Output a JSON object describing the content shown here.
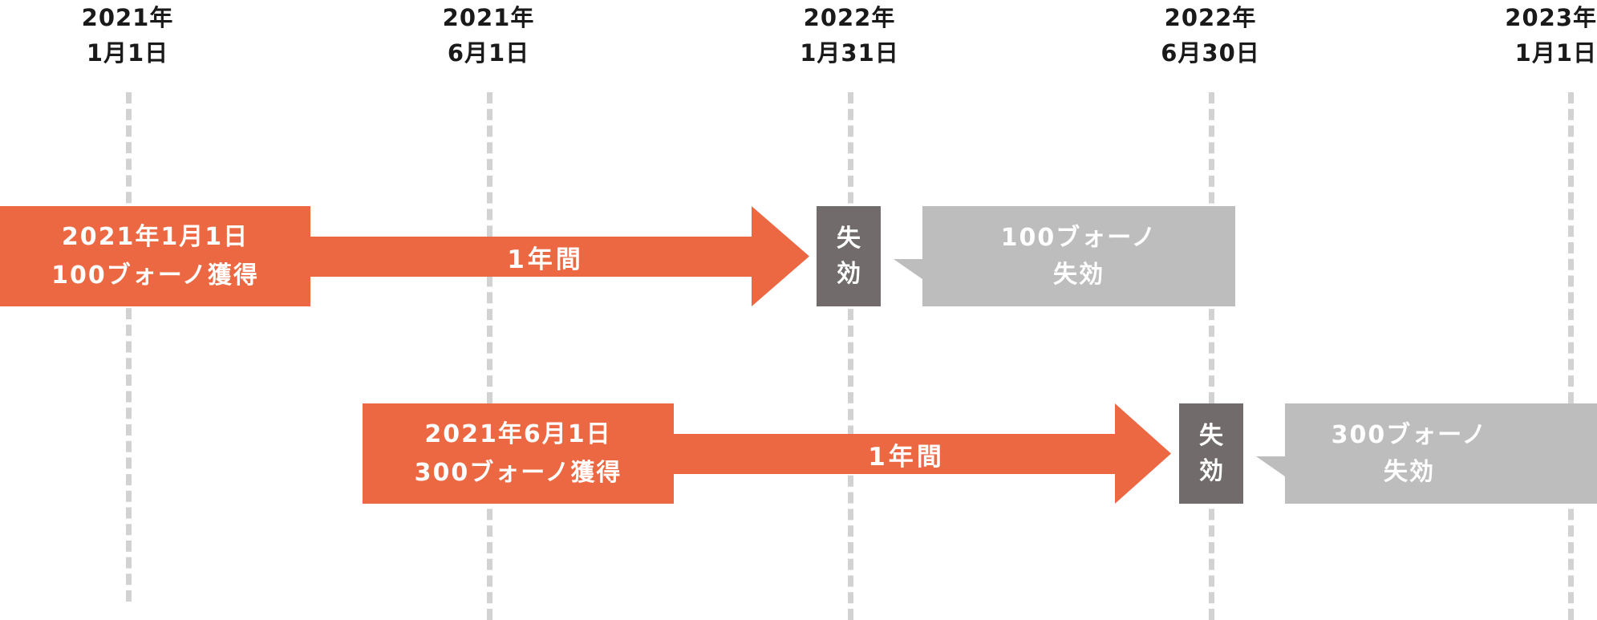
{
  "colors": {
    "acquire": "#ec6842",
    "expire": "#716b6b",
    "callout": "#bdbdbd",
    "gridline": "#d2d2d2",
    "text_dark": "#1a1a1a"
  },
  "dates": [
    {
      "year": "2021年",
      "day": "1月1日"
    },
    {
      "year": "2021年",
      "day": "6月1日"
    },
    {
      "year": "2022年",
      "day": "1月31日"
    },
    {
      "year": "2022年",
      "day": "6月30日"
    },
    {
      "year": "2023年",
      "day": "1月1日"
    }
  ],
  "rows": [
    {
      "start_line1": "2021年1月1日",
      "start_line2": "100ブォーノ獲得",
      "duration": "1年間",
      "expire_line1": "失",
      "expire_line2": "効",
      "note_line1": "100ブォーノ",
      "note_line2": "失効"
    },
    {
      "start_line1": "2021年6月1日",
      "start_line2": "300ブォーノ獲得",
      "duration": "1年間",
      "expire_line1": "失",
      "expire_line2": "効",
      "note_line1": "300ブォーノ",
      "note_line2": "失効"
    }
  ]
}
